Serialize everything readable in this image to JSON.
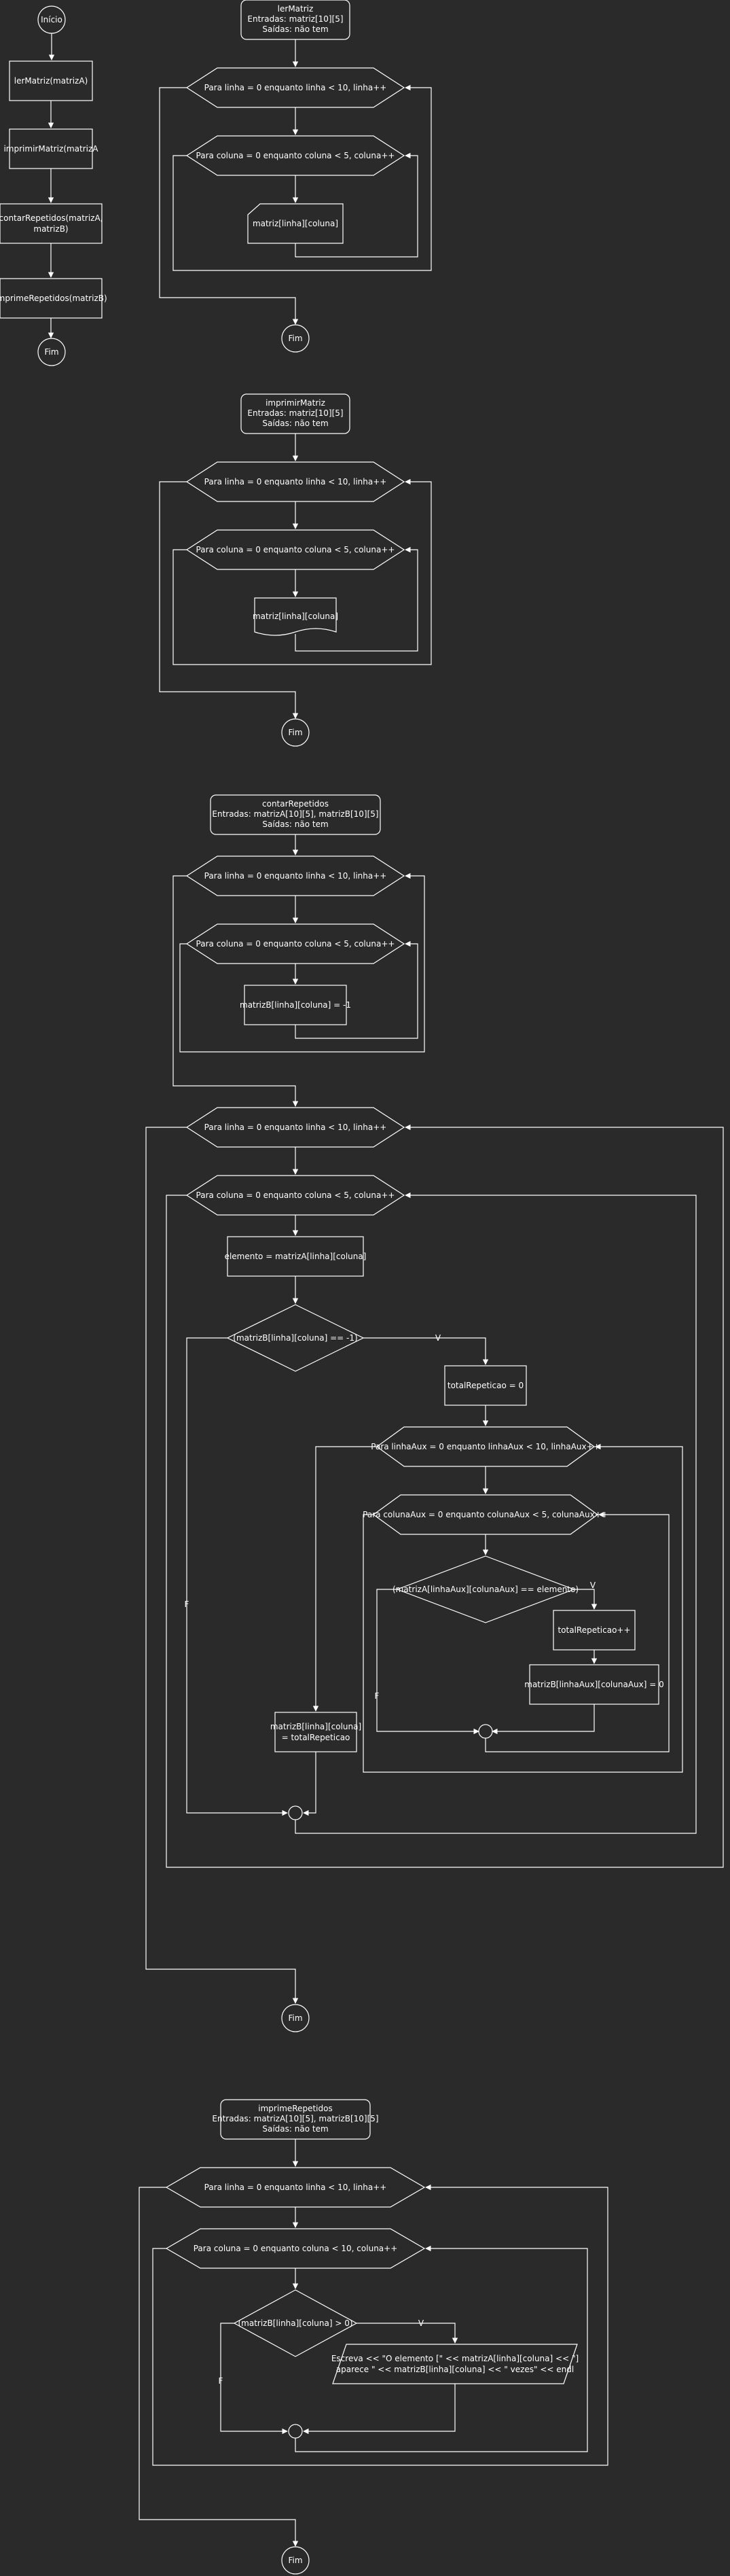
{
  "main": {
    "inicio": "Início",
    "ler": "lerMatriz(matrizA)",
    "imprimir": "imprimirMatriz(matrizA",
    "contar": [
      "contarRepetidos(matrizA,",
      "matrizB)"
    ],
    "imprime": "imprimeRepetidos(matrizB)",
    "fim": "Fim"
  },
  "ler_matriz": {
    "header": [
      "lerMatriz",
      "Entradas: matriz[10][5]",
      "Saídas: não tem"
    ],
    "loop_linha": "Para linha = 0 enquanto linha < 10, linha++",
    "loop_coluna": "Para coluna = 0 enquanto coluna < 5, coluna++",
    "input": "matriz[linha][coluna]",
    "fim": "Fim"
  },
  "imprimir_matriz": {
    "header": [
      "imprimirMatriz",
      "Entradas: matriz[10][5]",
      "Saídas: não tem"
    ],
    "loop_linha": "Para linha = 0 enquanto linha < 10, linha++",
    "loop_coluna": "Para coluna = 0 enquanto coluna < 5, coluna++",
    "output": "matriz[linha][coluna]",
    "fim": "Fim"
  },
  "contar_repetidos": {
    "header": [
      "contarRepetidos",
      "Entradas: matrizA[10][5], matrizB[10][5]",
      "Saídas: não tem"
    ],
    "loop_linha_1": "Para linha = 0 enquanto linha < 10, linha++",
    "loop_coluna_1": "Para coluna = 0 enquanto coluna < 5, coluna++",
    "assign_b": "matrizB[linha][coluna] = -1",
    "loop_linha_2": "Para linha = 0 enquanto linha < 10, linha++",
    "loop_coluna_2": "Para coluna = 0 enquanto coluna < 5, coluna++",
    "assign_elemento": "elemento = matrizA[linha][coluna]",
    "cond_b": "(matrizB[linha][coluna] == -1)",
    "label_v": "V",
    "label_f": "F",
    "total_zero": "totalRepeticao = 0",
    "loop_linha_aux": "Para linhaAux = 0 enquanto linhaAux < 10, linhaAux++",
    "loop_coluna_aux": "Para colunaAux = 0 enquanto colunaAux < 5, colunaAux++",
    "cond_aux": "(matrizA[linhaAux][colunaAux] == elemento)",
    "total_inc": "totalRepeticao++",
    "assign_aux_zero": "matrizB[linhaAux][colunaAux] = 0",
    "assign_total": [
      "matrizB[linha][coluna]",
      "= totalRepeticao"
    ],
    "fim": "Fim"
  },
  "imprime_repetidos": {
    "header": [
      "imprimeRepetidos",
      "Entradas: matrizA[10][5], matrizB[10][5]",
      "Saídas: não tem"
    ],
    "loop_linha": "Para linha = 0 enquanto linha < 10, linha++",
    "loop_coluna": "Para coluna = 0 enquanto coluna < 10, coluna++",
    "cond": "(matrizB[linha][coluna] > 0)",
    "label_v": "V",
    "label_f": "F",
    "escreva": [
      "Escreva << \"O elemento [\" << matrizA[linha][coluna] << \"]",
      "aparece \" << matrizB[linha][coluna] << \" vezes\" << endl"
    ],
    "fim": "Fim"
  }
}
